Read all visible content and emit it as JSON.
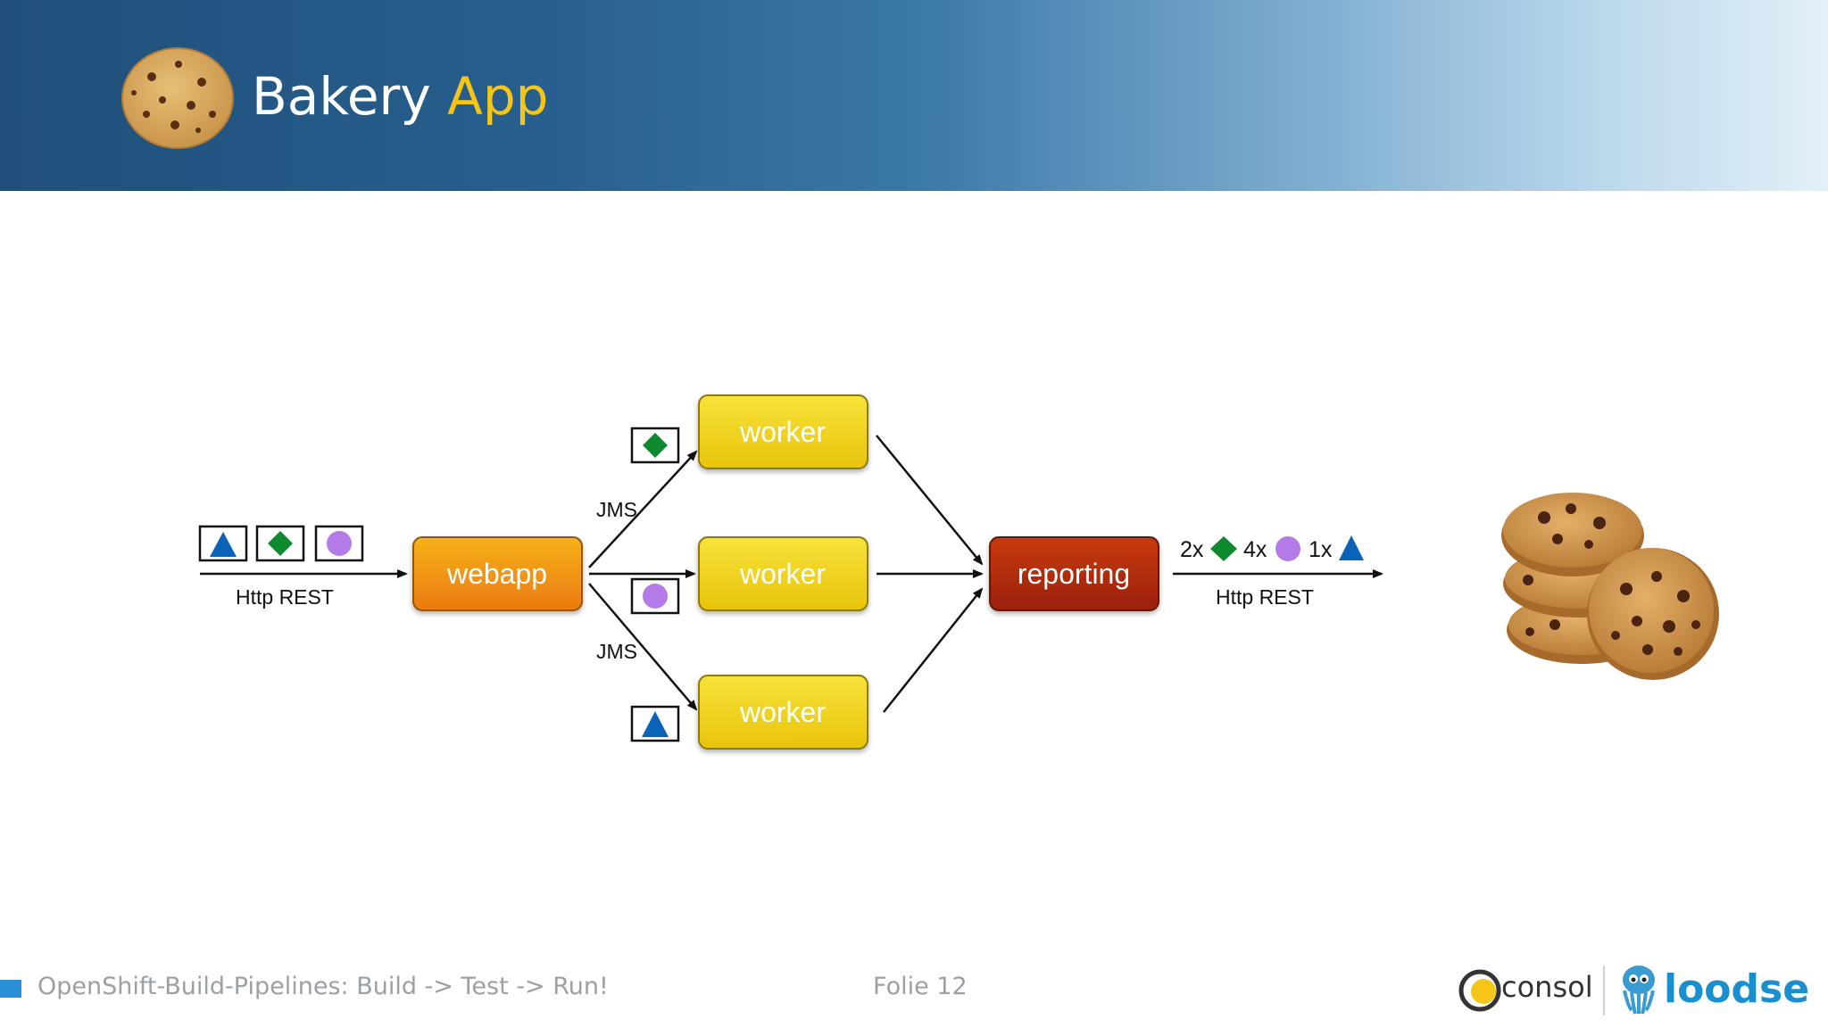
{
  "slide": {
    "title_main": "Bakery",
    "title_accent": "App"
  },
  "diagram": {
    "nodes": {
      "webapp": "webapp",
      "worker_top": "worker",
      "worker_mid": "worker",
      "worker_bottom": "worker",
      "reporting": "reporting"
    },
    "labels": {
      "input_protocol": "Http REST",
      "output_protocol": "Http REST",
      "jms_top": "JMS",
      "jms_bottom": "JMS",
      "count_diamond": "2x",
      "count_circle": "4x",
      "count_triangle": "1x"
    },
    "colors": {
      "triangle": "#0b63b8",
      "diamond": "#0d8a2e",
      "circle": "#b47be8",
      "worker": "#f0d21d",
      "webapp": "#f29a18",
      "reporting": "#b0280e"
    }
  },
  "footer": {
    "presentation_title": "OpenShift-Build-Pipelines: Build -> Test -> Run!",
    "page_label": "Folie 12",
    "logo_consol": "consol",
    "logo_loodse": "loodse"
  }
}
